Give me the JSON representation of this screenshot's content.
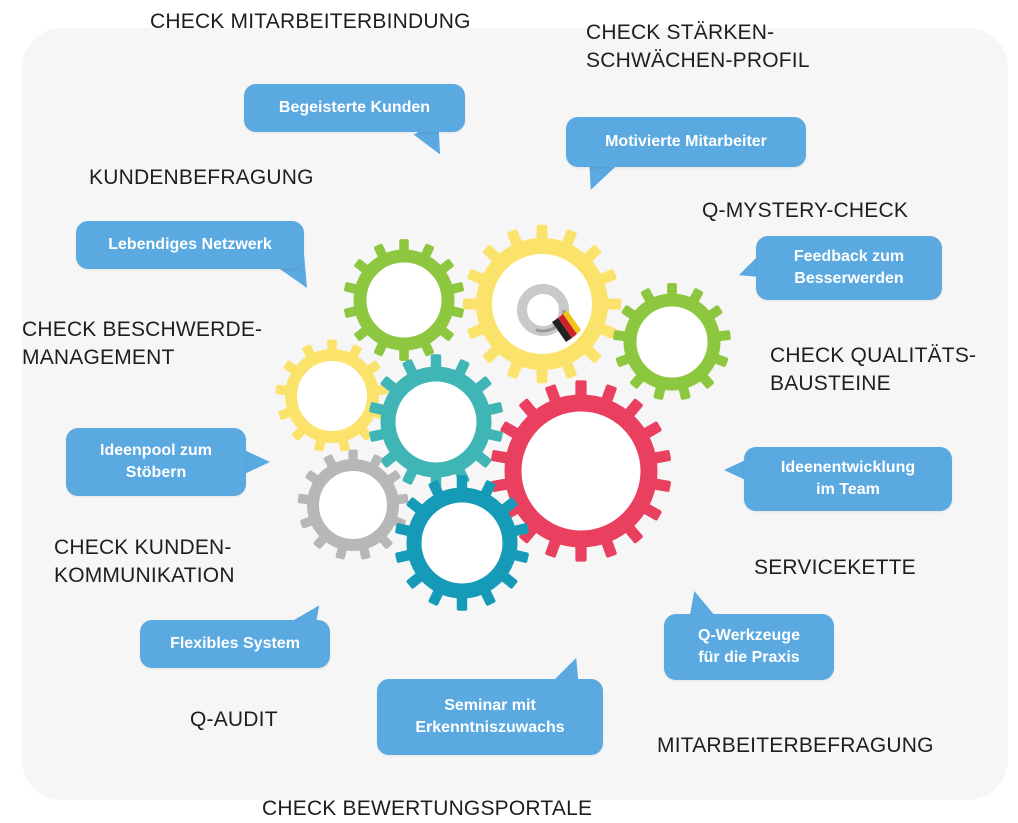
{
  "labels": {
    "mitarbeiterbindung": "CHECK MITARBEITERBINDUNG",
    "staerken": "CHECK STÄRKEN-\nSCHWÄCHEN-PROFIL",
    "kundenbefragung": "KUNDENBEFRAGUNG",
    "mystery": "Q-MYSTERY-CHECK",
    "beschwerde": "CHECK BESCHWERDE-\nMANAGEMENT",
    "qualitaet": "CHECK QUALITÄTS-\nBAUSTEINE",
    "kommunikation": "CHECK KUNDEN-\nKOMMUNIKATION",
    "servicekette": "SERVICEKETTE",
    "audit": "Q-AUDIT",
    "mitarbeiterbefragung": "MITARBEITERBEFRAGUNG",
    "bewertungsportale": "CHECK BEWERTUNGSPORTALE"
  },
  "bubbles": {
    "begeisterte": "Begeisterte Kunden",
    "motivierte": "Motivierte Mitarbeiter",
    "netzwerk": "Lebendiges Netzwerk",
    "feedback": "Feedback zum\nBesserwerden",
    "ideenpool": "Ideenpool zum\nStöbern",
    "ideenentwicklung": "Ideenentwicklung\nim Team",
    "flexibel": "Flexibles System",
    "werkzeuge": "Q-Werkzeuge\nfür die Praxis",
    "seminar": "Seminar mit\nErkenntniszuwachs"
  },
  "logo": {
    "letter": "Q"
  },
  "colors": {
    "bubble": "#5aa9e1",
    "green": "#8dc63f",
    "yellow": "#fbe36b",
    "teal": "#3fb5b5",
    "red": "#e8405e",
    "gray": "#b7b7b7",
    "blue": "#159bb7"
  },
  "icons": [
    "gear-icon",
    "q-logo-icon"
  ]
}
